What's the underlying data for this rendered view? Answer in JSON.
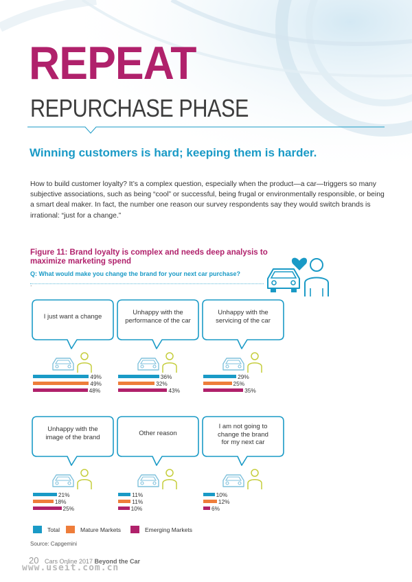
{
  "header": {
    "title": "REPEAT",
    "subtitle": "REPURCHASE PHASE",
    "tagline": "Winning customers is hard; keeping them is harder."
  },
  "intro": "How to build customer loyalty? It’s a complex question, especially when the product—a car—triggers so many subjective associations, such as being “cool” or successful, being frugal or environmentally responsible, or being a smart deal maker. In fact, the number one reason our survey respondents say they would switch brands is irrational: “just for a change.”",
  "figure": {
    "title": "Figure 11: Brand loyalty is complex and needs deep analysis to maximize marketing spend",
    "question": "Q: What would make you change the brand for your next car purchase?",
    "dot": "."
  },
  "colors": {
    "total": "#1a9ac6",
    "mature": "#ee7d3a",
    "emerging": "#b0216b",
    "title": "#b0216b"
  },
  "chart_data": {
    "type": "bar",
    "orientation": "horizontal",
    "unit": "%",
    "categories": [
      "I just want a change",
      "Unhappy with the performance of the car",
      "Unhappy with the servicing of the car",
      "Unhappy with the image of the brand",
      "Other reason",
      "I am not going to change the brand for my next car"
    ],
    "category_lines": [
      [
        "I just want a change"
      ],
      [
        "Unhappy with the",
        "performance of the car"
      ],
      [
        "Unhappy with the",
        "servicing of the car"
      ],
      [
        "Unhappy with the",
        "image of the brand"
      ],
      [
        "Other reason"
      ],
      [
        "I am not going to",
        "change the brand",
        "for my next car"
      ]
    ],
    "series": [
      {
        "name": "Total",
        "values": [
          49,
          36,
          29,
          21,
          11,
          10
        ]
      },
      {
        "name": "Mature Markets",
        "values": [
          49,
          32,
          25,
          18,
          11,
          12
        ]
      },
      {
        "name": "Emerging  Markets",
        "values": [
          48,
          43,
          35,
          25,
          10,
          6
        ]
      }
    ],
    "legend_position": "bottom-left"
  },
  "source": "Source: Capgemini",
  "footer": {
    "page": "20",
    "publication": "Cars Online 2017",
    "section": "Beyond the Car"
  },
  "watermark": "www.useit.com.cn"
}
